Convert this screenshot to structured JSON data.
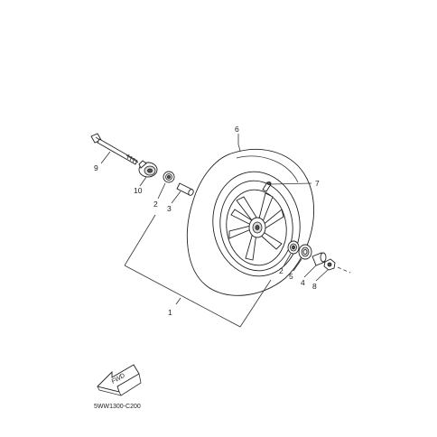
{
  "callouts": [
    {
      "id": "1",
      "label": "1"
    },
    {
      "id": "2a",
      "label": "2"
    },
    {
      "id": "2b",
      "label": "2"
    },
    {
      "id": "3",
      "label": "3"
    },
    {
      "id": "4",
      "label": "4"
    },
    {
      "id": "5",
      "label": "5"
    },
    {
      "id": "6",
      "label": "6"
    },
    {
      "id": "7",
      "label": "7"
    },
    {
      "id": "8",
      "label": "8"
    },
    {
      "id": "9",
      "label": "9"
    },
    {
      "id": "10",
      "label": "10"
    }
  ],
  "fwd_label": "FWD",
  "diagram_code": "5WW1300-C200"
}
